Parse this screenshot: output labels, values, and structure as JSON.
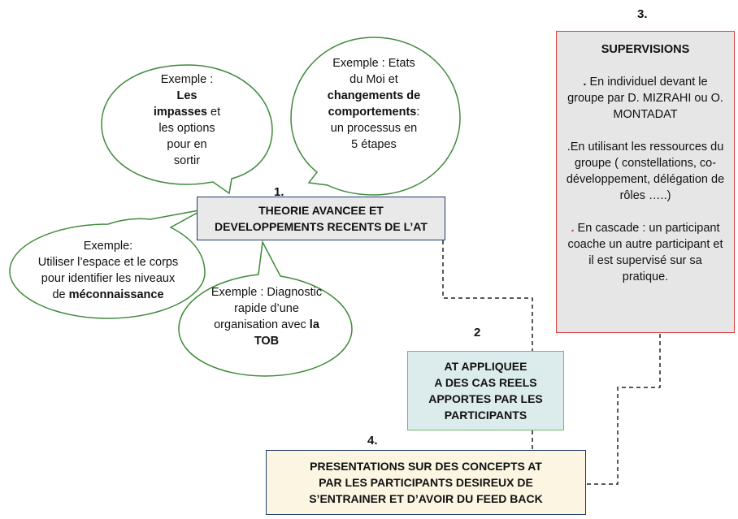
{
  "numbers": {
    "n1": "1.",
    "n2": "2",
    "n3": "3.",
    "n4": "4."
  },
  "box1": {
    "line1": "THEORIE AVANCEE ET",
    "line2": "DEVELOPPEMENTS RECENTS DE L’AT"
  },
  "box2": {
    "line1": "AT APPLIQUEE",
    "line2": "A DES  CAS REELS",
    "line3": "APPORTES PAR LES",
    "line4": "PARTICIPANTS"
  },
  "box4": {
    "line1": "PRESENTATIONS SUR  DES CONCEPTS AT",
    "line2": "PAR LES PARTICIPANTS DESIREUX DE",
    "line3": "S’ENTRAINER ET D’AVOIR DU FEED BACK"
  },
  "bubble_impasses": {
    "l1": "Exemple :",
    "l2": "Les",
    "l3a": "impasses",
    "l3b": " et",
    "l4": "les options",
    "l5": "pour en",
    "l6": "sortir"
  },
  "bubble_etats": {
    "l1": "Exemple : Etats",
    "l2": "du Moi et",
    "l3": "changements de",
    "l4a": "comportements",
    "l4b": ":",
    "l5": "un processus en",
    "l6": "5 étapes"
  },
  "bubble_espace": {
    "l1": "Exemple:",
    "l2": "Utiliser l’espace et le corps",
    "l3": "pour  identifier les niveaux",
    "l4a": "de ",
    "l4b": "méconnaissance"
  },
  "bubble_diag": {
    "l1": "Exemple : Diagnostic",
    "l2": "rapide d’une",
    "l3a": "organisation avec ",
    "l3b": "la",
    "l4": "TOB"
  },
  "supervisions": {
    "title": "SUPERVISIONS",
    "p1_dot": ".",
    "p1": " En individuel devant le groupe par D. MIZRAHI ou O. MONTADAT",
    "p2": ".En utilisant les ressources du groupe ( constellations, co-développement, délégation de rôles …..)",
    "p3_dot": ".",
    "p3": " En cascade : un participant coache un autre participant et il est supervisé sur sa pratique."
  },
  "colors": {
    "bubble_border": "#3f8a3a",
    "bubble_fill": "#ffffff",
    "box1_fill": "#e9e9e9",
    "box1_border": "#1f3a6e",
    "box2_fill": "#dcebeb",
    "box2_border": "#6fbf6a",
    "box4_fill": "#fbf5e2",
    "box4_border": "#1f3a6e",
    "sup_fill": "#e6e6e6",
    "sup_border": "#e03b3b"
  }
}
